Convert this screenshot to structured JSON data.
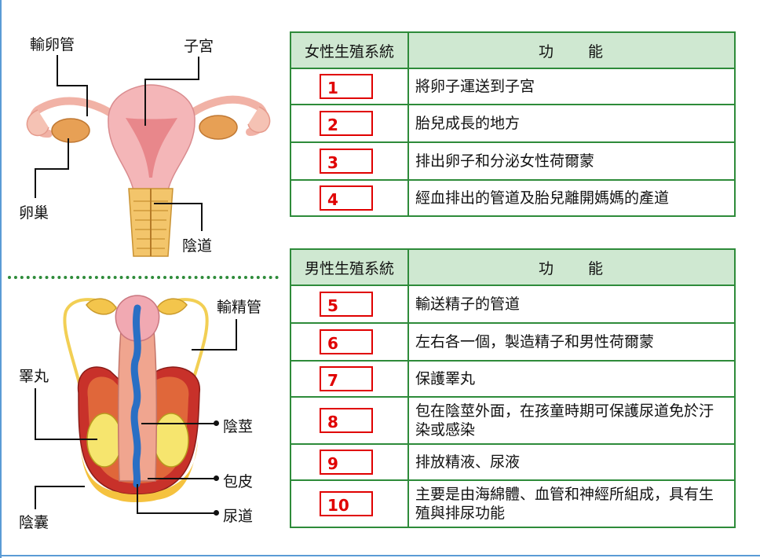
{
  "female_labels": {
    "oviduct": "輸卵管",
    "uterus": "子宮",
    "ovary": "卵巢",
    "vagina": "陰道"
  },
  "male_labels": {
    "vas_deferens": "輸精管",
    "testis": "睪丸",
    "penis": "陰莖",
    "foreskin": "包皮",
    "scrotum": "陰囊",
    "urethra": "尿道"
  },
  "female_table": {
    "header_system": "女性生殖系統",
    "header_function": "功　　能",
    "rows": [
      {
        "num": "1",
        "function": "將卵子運送到子宮"
      },
      {
        "num": "2",
        "function": "胎兒成長的地方"
      },
      {
        "num": "3",
        "function": "排出卵子和分泌女性荷爾蒙"
      },
      {
        "num": "4",
        "function": "經血排出的管道及胎兒離開媽媽的產道"
      }
    ]
  },
  "male_table": {
    "header_system": "男性生殖系統",
    "header_function": "功　　能",
    "rows": [
      {
        "num": "5",
        "function": "輸送精子的管道"
      },
      {
        "num": "6",
        "function": "左右各一個，製造精子和男性荷爾蒙"
      },
      {
        "num": "7",
        "function": "保護睪丸"
      },
      {
        "num": "8",
        "function": "包在陰莖外面，在孩童時期可保護尿道免於汙染或感染"
      },
      {
        "num": "9",
        "function": "排放精液、尿液"
      },
      {
        "num": "10",
        "function": "主要是由海綿體、血管和神經所組成，具有生殖與排尿功能"
      }
    ]
  },
  "colors": {
    "table_border": "#2e8b3a",
    "table_header_bg": "#cfe8d1",
    "number_red": "#e00000",
    "uterus_pink": "#f4b6b8",
    "ovary_orange": "#e7a055",
    "vagina_yellow": "#f3c56b",
    "scrotum_red": "#c8312a",
    "testis_yellow": "#f6e56e",
    "urethra_blue": "#2a6fc4"
  }
}
